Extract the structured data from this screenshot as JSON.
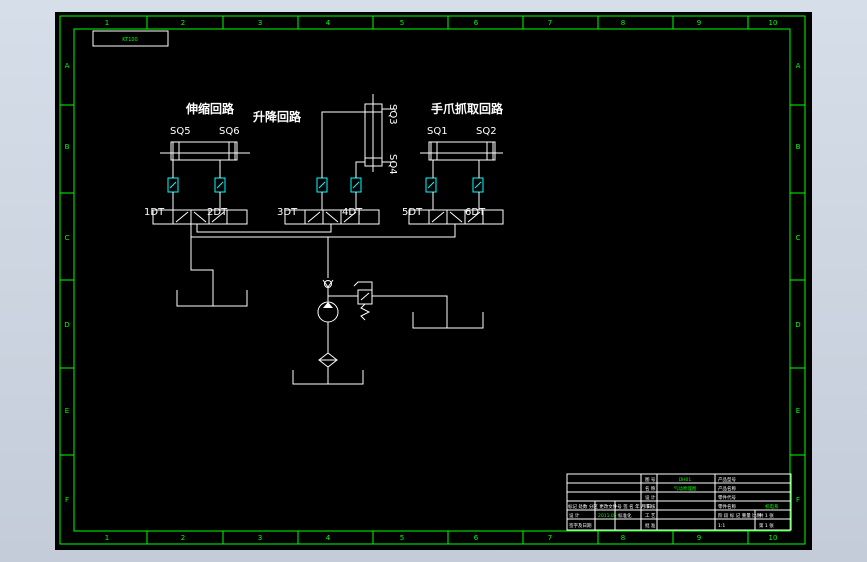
{
  "drawing_code": "KT100",
  "grid": {
    "cols": [
      "1",
      "2",
      "3",
      "4",
      "5",
      "6",
      "7",
      "8",
      "9",
      "10"
    ],
    "rows": [
      "A",
      "B",
      "C",
      "D",
      "E",
      "F"
    ]
  },
  "circuits": {
    "left_title": "伸缩回路",
    "middle_title": "升降回路",
    "right_title": "手爪抓取回路"
  },
  "sensors": {
    "sq5": "SQ5",
    "sq6": "SQ6",
    "sq3": "SQ3",
    "sq4": "SQ4",
    "sq1": "SQ1",
    "sq2": "SQ2"
  },
  "solenoids": {
    "dt1": "1DT",
    "dt2": "2DT",
    "dt3": "3DT",
    "dt4": "4DT",
    "dt5": "5DT",
    "dt6": "6DT"
  },
  "title_block": {
    "drawing_no_value": "DH01",
    "drawing_name": "气动原理图",
    "hdr_tuhao": "图 号",
    "hdr_name": "名 称",
    "hdr_design": "设 计",
    "hdr_check": "审 核",
    "hdr_process": "工 艺",
    "hdr_approve": "批 准",
    "hdr_std": "标准化",
    "date": "2011.05",
    "row_sign": "标记 处数 分区 更改文件号 签 名 年 月 日",
    "row_date_label": "签字及日期",
    "row_stage": "阶 段 标 记 重量 比例",
    "scale": "1:1",
    "sheet_total": "共 1 张",
    "sheet_no": "第 1 张",
    "product_code": "产品型号",
    "product_name": "产品名称",
    "part_code": "零件代号",
    "part_name": "零件名称",
    "qty": "1张",
    "material": "材料 标记",
    "company": "机电系"
  }
}
